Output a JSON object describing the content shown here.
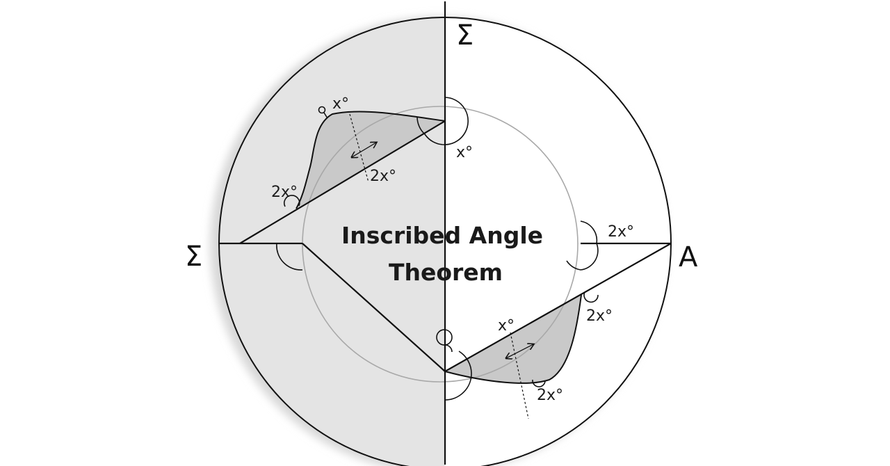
{
  "diagram": {
    "title_line1": "Inscribed Angle",
    "title_line2": "Theorem",
    "vertex_top": "Σ",
    "vertex_left": "Σ",
    "vertex_right": "A",
    "labels": {
      "upper_top_x": "x°",
      "upper_center_x": "x°",
      "upper_mid_2x": "2x°",
      "upper_left_2x": "2x°",
      "right_2x": "2x°",
      "lower_top_x": "x°",
      "lower_right_2x": "2x°",
      "lower_bottom_2x": "2x°"
    },
    "colors": {
      "stroke": "#111111",
      "shade_light": "#e4e4e4",
      "shade_region": "#c9c9c9",
      "inner_circle": "#a8a8a8"
    }
  }
}
